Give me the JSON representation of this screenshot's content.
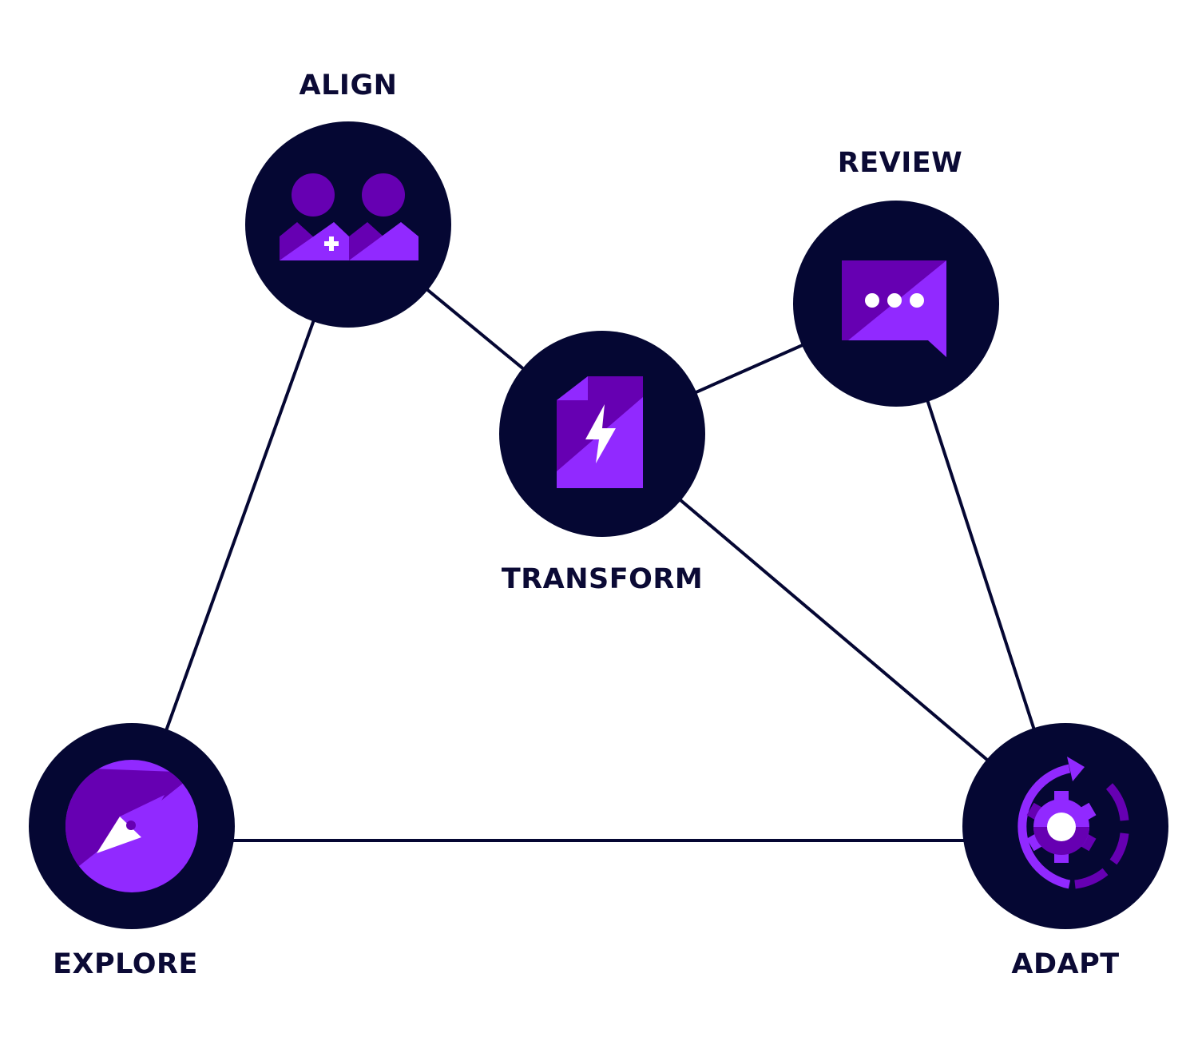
{
  "colors": {
    "navy": "#050733",
    "purple": "#9129ff",
    "deep_purple": "#6600b2",
    "label": "#0b0a35",
    "white": "#ffffff"
  },
  "nodes": {
    "align": {
      "label": "ALIGN",
      "icon": "people-with-plus-icon"
    },
    "review": {
      "label": "REVIEW",
      "icon": "chat-bubble-icon"
    },
    "transform": {
      "label": "TRANSFORM",
      "icon": "document-lightning-icon"
    },
    "explore": {
      "label": "EXPLORE",
      "icon": "compass-icon"
    },
    "adapt": {
      "label": "ADAPT",
      "icon": "gear-cycle-icon"
    }
  },
  "connections": [
    [
      "align",
      "transform"
    ],
    [
      "align",
      "explore"
    ],
    [
      "transform",
      "review"
    ],
    [
      "transform",
      "adapt"
    ],
    [
      "review",
      "adapt"
    ],
    [
      "explore",
      "adapt"
    ]
  ]
}
